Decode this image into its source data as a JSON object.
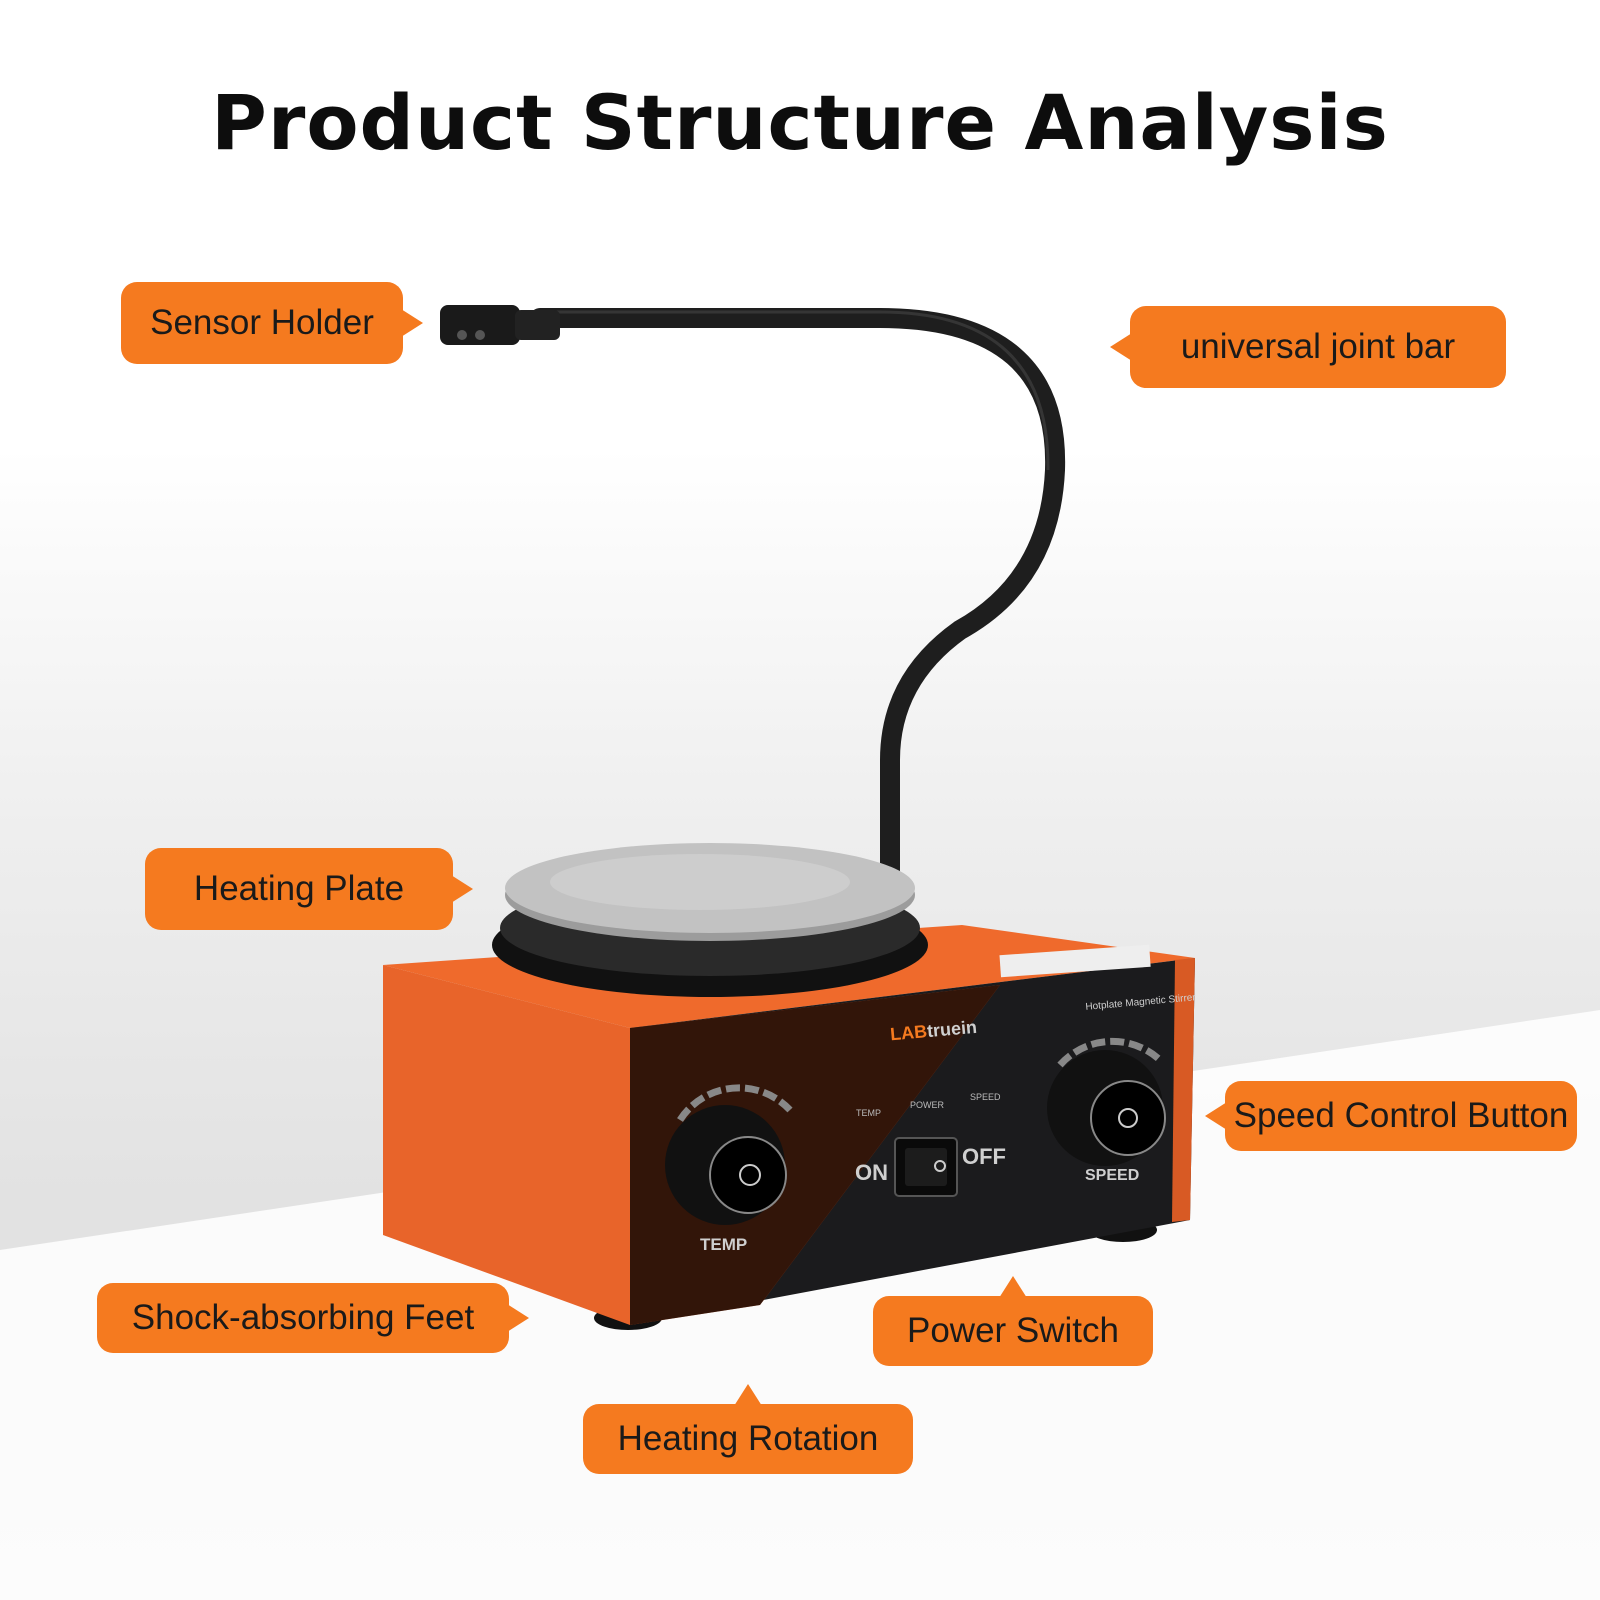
{
  "title": "Product Structure Analysis",
  "callouts": {
    "sensor_holder": "Sensor Holder",
    "universal_joint_bar": "universal joint bar",
    "heating_plate": "Heating Plate",
    "speed_control_button": "Speed Control Button",
    "shock_absorbing_feet": "Shock-absorbing Feet",
    "power_switch": "Power Switch",
    "heating_rotation": "Heating Rotation"
  },
  "device": {
    "brand_prefix": "LAB",
    "brand_suffix": "truein",
    "model_text": "Hotplate Magnetic Stirrer",
    "indicator_temp": "TEMP",
    "indicator_power": "POWER",
    "indicator_speed": "SPEED",
    "switch_on": "ON",
    "switch_off": "OFF",
    "knob_temp_label": "TEMP",
    "knob_speed_label": "SPEED"
  },
  "colors": {
    "accent_orange": "#f57a1f",
    "device_body_orange": "#e8642a",
    "panel_dark": "#1b1b1d",
    "plate_silver": "#bcbcbc"
  }
}
